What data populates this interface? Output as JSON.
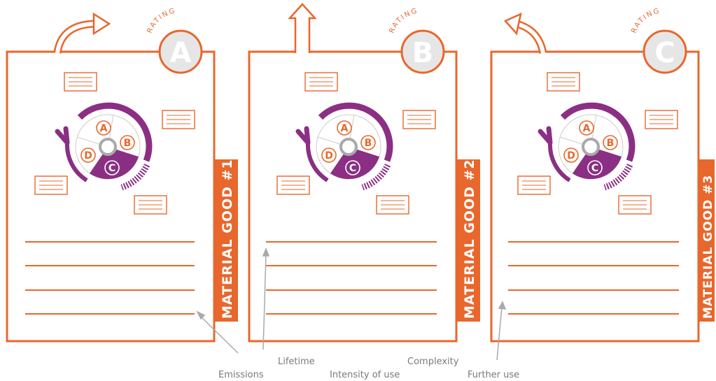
{
  "panels": [
    {
      "tab_label": "MATERIAL GOOD #1",
      "rating_word": "RATING",
      "rating_letter": "A",
      "arrow_direction": "up-right"
    },
    {
      "tab_label": "MATERIAL GOOD #2",
      "rating_word": "RATING",
      "rating_letter": "B",
      "arrow_direction": "up"
    },
    {
      "tab_label": "MATERIAL GOOD #3",
      "rating_word": "RATING",
      "rating_letter": "C",
      "arrow_direction": "up-left"
    }
  ],
  "segments": {
    "a": "A",
    "b": "B",
    "c": "C",
    "d": "D"
  },
  "captions": {
    "emissions": "Emissions",
    "lifetime": "Lifetime",
    "intensity": "Intensity of use",
    "complexity": "Complexity",
    "further_use": "Further use"
  },
  "colors": {
    "orange": "#e8672c",
    "purple": "#8b2f84",
    "gray": "#a9a9a9",
    "caption": "#7a7a7a"
  }
}
